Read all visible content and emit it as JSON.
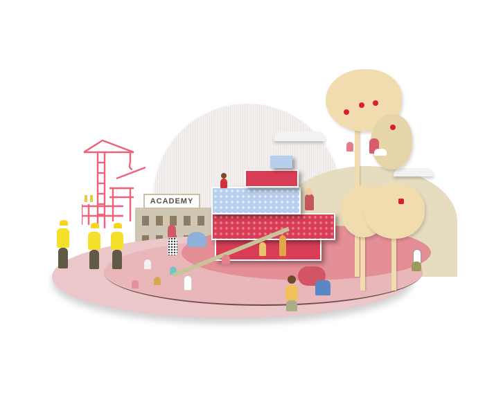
{
  "illustration": {
    "description": "Playful community scene: construction crane and scaffolding, academy building, stacked colored blocks on a pink circular platform, trees with apples, children playing, adults",
    "sign_text": "ACADEMY",
    "colors": {
      "accent_red": "#d83d55",
      "light_blue": "#b7cfec",
      "platform_pink": "#e9b6b9",
      "tree_beige": "#f0dcae",
      "crane_pink": "#f0607a",
      "vest_yellow": "#f4df2b",
      "building_beige": "#cfc6b3"
    },
    "elements": [
      "crane",
      "scaffolding",
      "construction-workers",
      "academy-building",
      "woman-with-stroller",
      "children-in-sandbox",
      "seesaw",
      "stacked-blocks",
      "child-reading-on-block",
      "violinist",
      "guitarist",
      "teacher-and-child",
      "apple-trees",
      "child-climbing-ladder",
      "girl-reading-in-tree",
      "girl-looking-at-bird",
      "clouds",
      "sun-disc"
    ]
  }
}
